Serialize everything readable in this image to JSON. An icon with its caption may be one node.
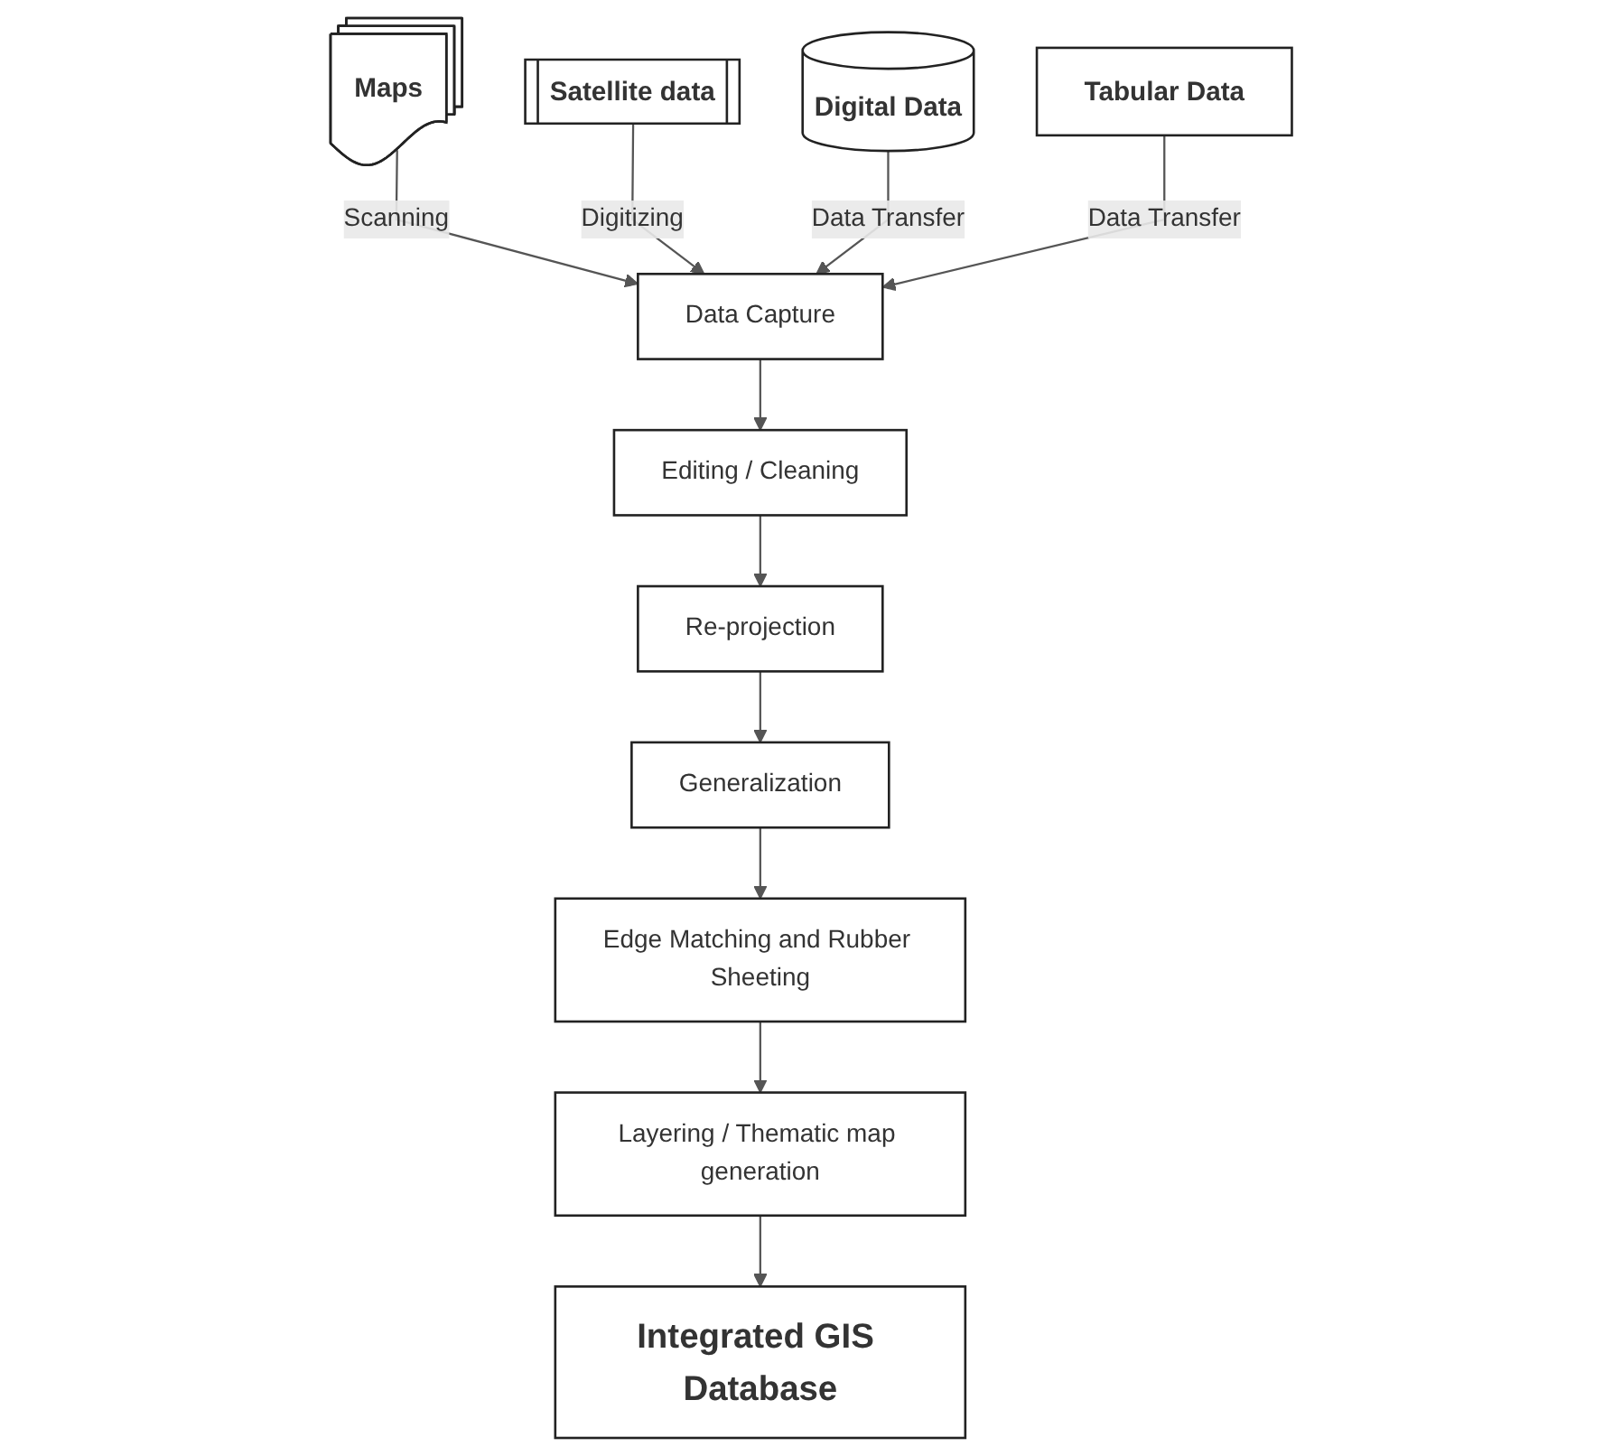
{
  "diagram": {
    "nodes": [
      {
        "text": [
          "Maps"
        ]
      },
      {
        "text": [
          "Satellite data"
        ]
      },
      {
        "text": [
          "Digital Data"
        ]
      },
      {
        "text": [
          "Tabular Data"
        ]
      },
      {
        "text": [
          "Data Capture"
        ]
      },
      {
        "text": [
          "Editing / Cleaning"
        ]
      },
      {
        "text": [
          "Re-projection"
        ]
      },
      {
        "text": [
          "Generalization"
        ]
      },
      {
        "text": [
          "Edge Matching and Rubber Sheeting"
        ]
      },
      {
        "text": [
          "Layering / Thematic map generation"
        ]
      },
      {
        "text": [
          "Integrated GIS Database"
        ]
      }
    ],
    "edges": [
      {
        "from": 0,
        "to": 4,
        "arrow": "to",
        "label": "Scanning"
      },
      {
        "from": 1,
        "to": 4,
        "arrow": "to",
        "label": "Digitizing"
      },
      {
        "from": 2,
        "to": 4,
        "arrow": "to",
        "label": "Data Transfer"
      },
      {
        "from": 3,
        "to": 4,
        "arrow": "to",
        "label": "Data Transfer"
      },
      {
        "from": 4,
        "to": 5,
        "arrow": "to"
      },
      {
        "from": 5,
        "to": 6,
        "arrow": "to"
      },
      {
        "from": 6,
        "to": 7,
        "arrow": "to"
      },
      {
        "from": 7,
        "to": 8,
        "arrow": "to"
      },
      {
        "from": 8,
        "to": 9,
        "arrow": "to"
      },
      {
        "from": 9,
        "to": 10,
        "arrow": "to"
      }
    ]
  }
}
